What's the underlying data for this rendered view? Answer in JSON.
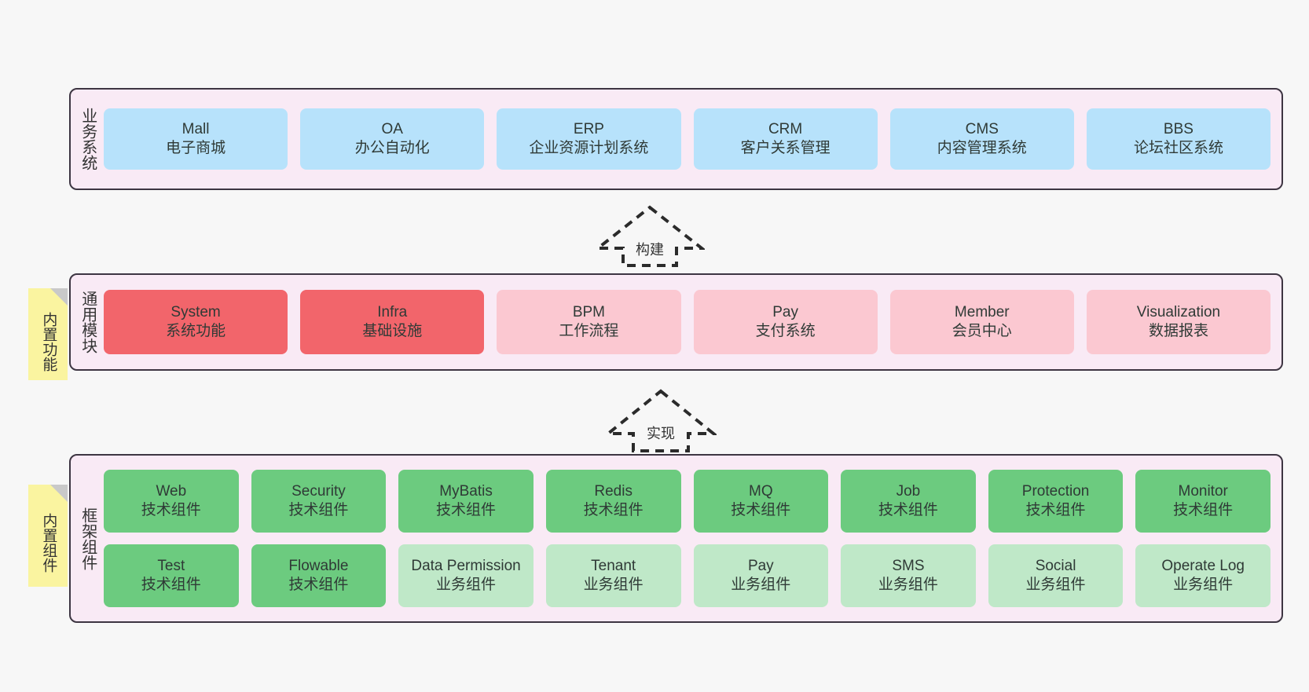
{
  "diagram": {
    "background_color": "#f7f7f7",
    "layer_fill": "#f9eaf5",
    "layer_border": "#3d3542",
    "note_color": "#faf4a0"
  },
  "notes": [
    {
      "id": "builtin-features",
      "text": "内置功能"
    },
    {
      "id": "builtin-components",
      "text": "内置组件"
    }
  ],
  "arrows": [
    {
      "id": "build-arrow",
      "label": "构建"
    },
    {
      "id": "implement-arrow",
      "label": "实现"
    }
  ],
  "layers": [
    {
      "id": "business-systems",
      "title": "业务系统",
      "color": "#b7e2fb",
      "rows": [
        [
          {
            "name": "Mall",
            "sub": "电子商城",
            "color": "#b7e2fb"
          },
          {
            "name": "OA",
            "sub": "办公自动化",
            "color": "#b7e2fb"
          },
          {
            "name": "ERP",
            "sub": "企业资源计划系统",
            "color": "#b7e2fb"
          },
          {
            "name": "CRM",
            "sub": "客户关系管理",
            "color": "#b7e2fb"
          },
          {
            "name": "CMS",
            "sub": "内容管理系统",
            "color": "#b7e2fb"
          },
          {
            "name": "BBS",
            "sub": "论坛社区系统",
            "color": "#b7e2fb"
          }
        ]
      ]
    },
    {
      "id": "common-modules",
      "title": "通用模块",
      "color": "#fbc8d1",
      "rows": [
        [
          {
            "name": "System",
            "sub": "系统功能",
            "color": "#f2656b"
          },
          {
            "name": "Infra",
            "sub": "基础设施",
            "color": "#f2656b"
          },
          {
            "name": "BPM",
            "sub": "工作流程",
            "color": "#fbc8d1"
          },
          {
            "name": "Pay",
            "sub": "支付系统",
            "color": "#fbc8d1"
          },
          {
            "name": "Member",
            "sub": "会员中心",
            "color": "#fbc8d1"
          },
          {
            "name": "Visualization",
            "sub": "数据报表",
            "color": "#fbc8d1"
          }
        ]
      ]
    },
    {
      "id": "framework-components",
      "title": "框架组件",
      "color": "#6ccb7f",
      "rows": [
        [
          {
            "name": "Web",
            "sub": "技术组件",
            "color": "#6ccb7f"
          },
          {
            "name": "Security",
            "sub": "技术组件",
            "color": "#6ccb7f"
          },
          {
            "name": "MyBatis",
            "sub": "技术组件",
            "color": "#6ccb7f"
          },
          {
            "name": "Redis",
            "sub": "技术组件",
            "color": "#6ccb7f"
          },
          {
            "name": "MQ",
            "sub": "技术组件",
            "color": "#6ccb7f"
          },
          {
            "name": "Job",
            "sub": "技术组件",
            "color": "#6ccb7f"
          },
          {
            "name": "Protection",
            "sub": "技术组件",
            "color": "#6ccb7f"
          },
          {
            "name": "Monitor",
            "sub": "技术组件",
            "color": "#6ccb7f"
          }
        ],
        [
          {
            "name": "Test",
            "sub": "技术组件",
            "color": "#6ccb7f"
          },
          {
            "name": "Flowable",
            "sub": "技术组件",
            "color": "#6ccb7f"
          },
          {
            "name": "Data Permission",
            "sub": "业务组件",
            "color": "#bfe8c8",
            "wrap": true
          },
          {
            "name": "Tenant",
            "sub": "业务组件",
            "color": "#bfe8c8"
          },
          {
            "name": "Pay",
            "sub": "业务组件",
            "color": "#bfe8c8"
          },
          {
            "name": "SMS",
            "sub": "业务组件",
            "color": "#bfe8c8"
          },
          {
            "name": "Social",
            "sub": "业务组件",
            "color": "#bfe8c8"
          },
          {
            "name": "Operate Log",
            "sub": "业务组件",
            "color": "#bfe8c8"
          }
        ]
      ]
    }
  ]
}
